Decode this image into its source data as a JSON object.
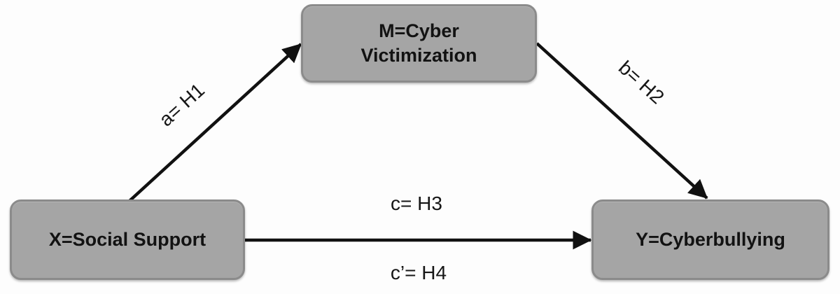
{
  "diagram": {
    "nodes": {
      "mediator": {
        "id": "M",
        "lines": [
          "M=Cyber",
          "Victimization"
        ]
      },
      "predictor": {
        "id": "X",
        "label": "X=Social Support"
      },
      "outcome": {
        "id": "Y",
        "label": "Y=Cyberbullying"
      }
    },
    "paths": {
      "a": {
        "label": "a= H1",
        "from": "X",
        "to": "M"
      },
      "b": {
        "label": "b= H2",
        "from": "M",
        "to": "Y"
      },
      "c": {
        "label": "c= H3",
        "from": "X",
        "to": "Y"
      },
      "c_prime": {
        "label": "c’= H4",
        "from": "X",
        "to": "Y"
      }
    },
    "colors": {
      "node_fill": "#a5a5a5",
      "node_border": "#8b8b8b",
      "arrow": "#111111",
      "text": "#161616",
      "background": "#fdfdfd"
    }
  }
}
